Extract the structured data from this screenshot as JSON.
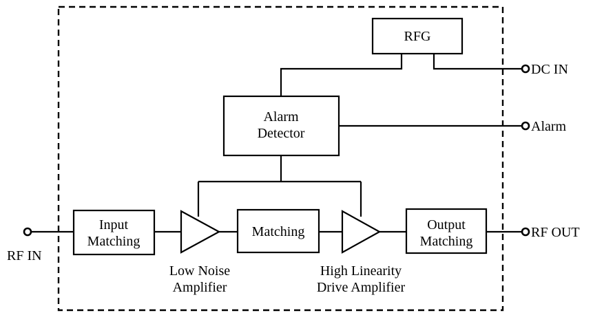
{
  "blocks": {
    "rfg": "RFG",
    "alarm_detector": [
      "Alarm",
      "Detector"
    ],
    "input_matching": [
      "Input",
      "Matching"
    ],
    "matching": "Matching",
    "output_matching": [
      "Output",
      "Matching"
    ]
  },
  "amplifiers": {
    "lna": [
      "Low Noise",
      "Amplifier"
    ],
    "drive": [
      "High Linearity",
      "Drive Amplifier"
    ]
  },
  "ports": {
    "dc_in": "DC IN",
    "alarm": "Alarm",
    "rf_out": "RF OUT",
    "rf_in": "RF IN"
  }
}
